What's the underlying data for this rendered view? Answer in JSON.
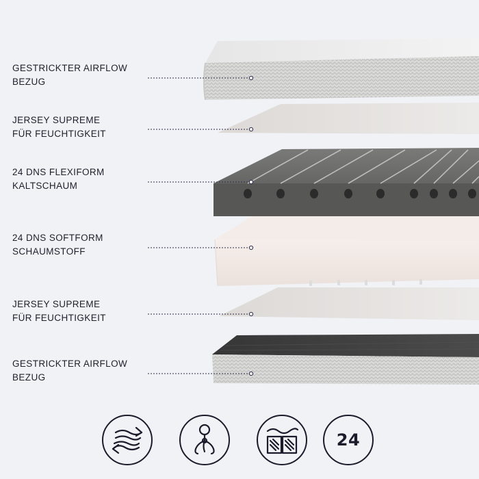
{
  "layers": [
    {
      "line1": "Gestrickter Airflow",
      "line2": "Bezug"
    },
    {
      "line1": "Jersey Supreme",
      "line2": "für Feuchtigkeit"
    },
    {
      "line1": "24 DNS Flexiform",
      "line2": "Kaltschaum"
    },
    {
      "line1": "24 DNS Softform",
      "line2": "Schaumstoff"
    },
    {
      "line1": "Jersey Supreme",
      "line2": "für Feuchtigkeit"
    },
    {
      "line1": "Gestrickter Airflow",
      "line2": "Bezug"
    }
  ],
  "icons": [
    {
      "name": "airflow-icon"
    },
    {
      "name": "adaptive-comfort-icon"
    },
    {
      "name": "open-book-icon"
    },
    {
      "name": "years-badge",
      "text": "24"
    }
  ],
  "colors": {
    "background": "#f1f2f6",
    "label_text": "#1f1f2b",
    "dotted_line": "#2d2b4a",
    "knit_cover": "#d9d9d8",
    "jersey": "#e2dfdd",
    "flexiform_foam": "#5a5a59",
    "softform_foam": "#f0e7e2",
    "icon_stroke": "#1c1b2b"
  }
}
